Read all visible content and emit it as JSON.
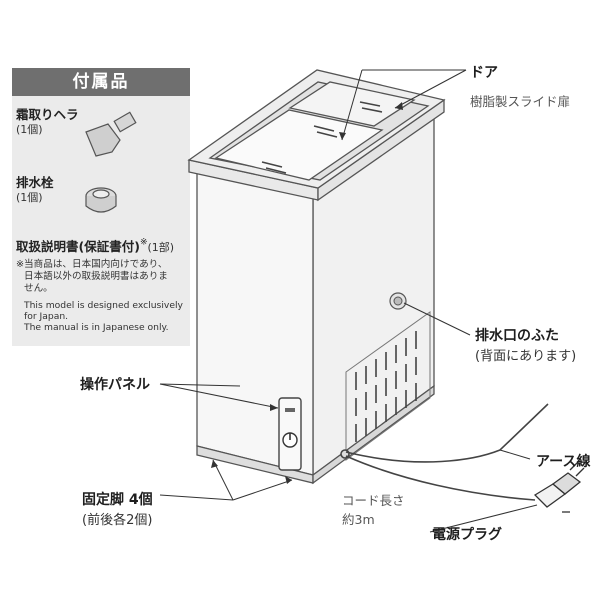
{
  "accessories": {
    "title": "付属品",
    "items": [
      {
        "name": "霜取りヘラ",
        "qty": "(1個)"
      },
      {
        "name": "排水栓",
        "qty": "(1個)"
      }
    ],
    "manual": {
      "name": "取扱説明書(保証書付)",
      "mark": "※",
      "qty": "(1部)"
    },
    "note_jp": [
      "※当商品は、日本国内向けであり、",
      "日本語以外の取扱説明書はありま",
      "せん。"
    ],
    "note_en": [
      "This model is designed exclusively",
      "for Japan.",
      "The manual is in Japanese only."
    ]
  },
  "labels": {
    "door": "ドア",
    "door_sub": "樹脂製スライド扉",
    "drain_cap": "排水口のふた",
    "drain_cap_sub": "(背面にあります)",
    "control_panel": "操作パネル",
    "feet": "固定脚 4個",
    "feet_sub": "(前後各2個)",
    "cord_length": "コード長さ",
    "cord_length_value": "約3m",
    "earth_wire": "アース線",
    "power_plug": "電源プラグ"
  }
}
